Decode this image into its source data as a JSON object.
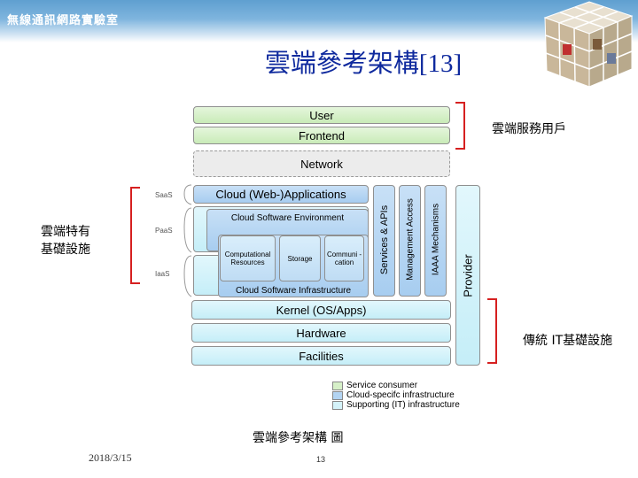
{
  "header": {
    "lab_name": "無線通訊網路實驗室"
  },
  "slide": {
    "title": "雲端參考架構",
    "title_ref": "[13]"
  },
  "diagram": {
    "user": "User",
    "frontend": "Frontend",
    "network": "Network",
    "saas_app": "Cloud (Web-)Applications",
    "cloud_env": "Cloud Software Environment",
    "computational": "Computational Resources",
    "storage": "Storage",
    "communication": "Communi -cation",
    "cloud_infra": "Cloud Software Infrastructure",
    "kernel": "Kernel (OS/Apps)",
    "hardware": "Hardware",
    "facilities": "Facilities",
    "services_apis": "Services & APIs",
    "mgmt_access": "Management Access",
    "iaaa": "IAAA Mechanisms",
    "provider": "Provider",
    "level_saas": "SaaS",
    "level_paas": "PaaS",
    "level_iaas": "IaaS"
  },
  "annotations": {
    "service_users": "雲端服務用戶",
    "cloud_specific_line1": "雲端特有",
    "cloud_specific_line2": "基礎設施",
    "traditional_it": "傳統 IT基礎設施"
  },
  "legend": [
    {
      "label": "Service consumer",
      "color": "#d6f0c8"
    },
    {
      "label": "Cloud-specifc infrastructure",
      "color": "#b3d4f2"
    },
    {
      "label": "Supporting (IT) infrastructure",
      "color": "#d4f2f9"
    }
  ],
  "caption": "雲端參考架構 圖",
  "footer": {
    "date": "2018/3/15",
    "page": "13"
  },
  "colors": {
    "title": "#0f2a9e",
    "bracket": "#d62020",
    "topbar": "#6aa7d6"
  }
}
